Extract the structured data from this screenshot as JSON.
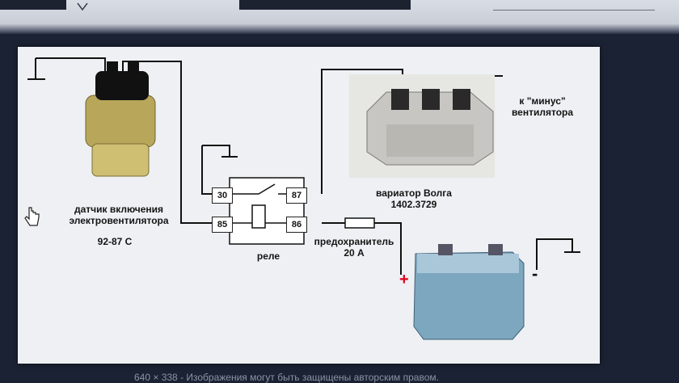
{
  "diagram": {
    "sensor": {
      "label_line1": "датчик включения",
      "label_line2": "электровентилятора",
      "temp": "92-87 С"
    },
    "relay": {
      "label": "реле",
      "pins": [
        "30",
        "87",
        "85",
        "86"
      ]
    },
    "variator": {
      "label_line1": "вариатор Волга",
      "label_line2": "1402.3729"
    },
    "fan_minus": {
      "line1": "к \"минус\"",
      "line2": "вентилятора"
    },
    "fuse": {
      "label_line1": "предохранитель",
      "label_line2": "20 А"
    },
    "battery": {
      "plus": "+",
      "minus": "-"
    }
  },
  "footer": {
    "caption": "640 × 338 - Изображения могут быть защищены авторским правом."
  },
  "colors": {
    "wire": "#111111",
    "background": "#eef0f3",
    "plus": "#e0001a",
    "page": "#1b2233"
  }
}
